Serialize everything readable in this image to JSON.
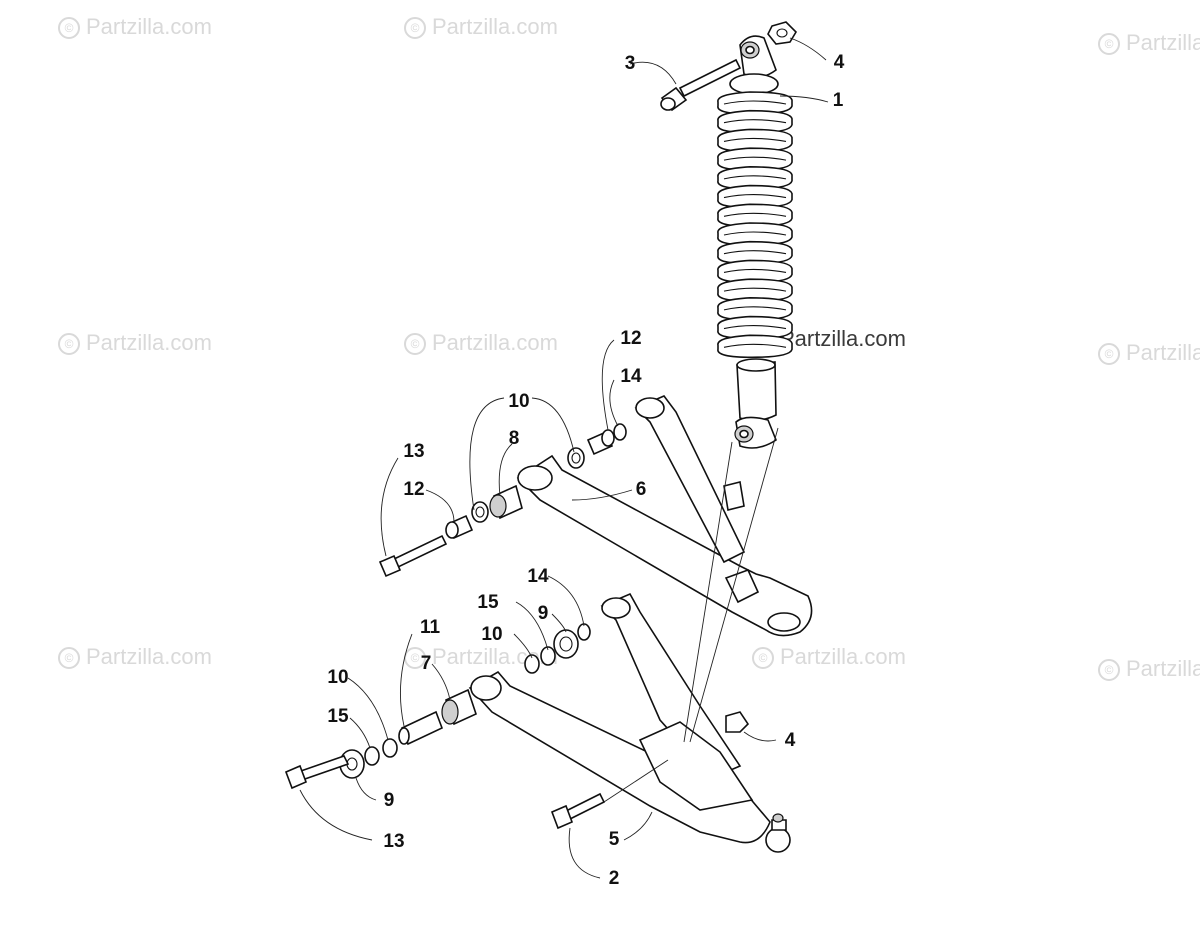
{
  "watermark": {
    "text": "Partzilla.com",
    "symbol": "©"
  },
  "callouts": [
    {
      "id": "c1",
      "label": "1"
    },
    {
      "id": "c2",
      "label": "2"
    },
    {
      "id": "c3",
      "label": "3"
    },
    {
      "id": "c4a",
      "label": "4"
    },
    {
      "id": "c4b",
      "label": "4"
    },
    {
      "id": "c5",
      "label": "5"
    },
    {
      "id": "c6",
      "label": "6"
    },
    {
      "id": "c7",
      "label": "7"
    },
    {
      "id": "c8",
      "label": "8"
    },
    {
      "id": "c9a",
      "label": "9"
    },
    {
      "id": "c9b",
      "label": "9"
    },
    {
      "id": "c10a",
      "label": "10"
    },
    {
      "id": "c10b",
      "label": "10"
    },
    {
      "id": "c10c",
      "label": "10"
    },
    {
      "id": "c11",
      "label": "11"
    },
    {
      "id": "c12a",
      "label": "12"
    },
    {
      "id": "c12b",
      "label": "12"
    },
    {
      "id": "c13a",
      "label": "13"
    },
    {
      "id": "c13b",
      "label": "13"
    },
    {
      "id": "c14a",
      "label": "14"
    },
    {
      "id": "c14b",
      "label": "14"
    },
    {
      "id": "c15a",
      "label": "15"
    },
    {
      "id": "c15b",
      "label": "15"
    }
  ]
}
